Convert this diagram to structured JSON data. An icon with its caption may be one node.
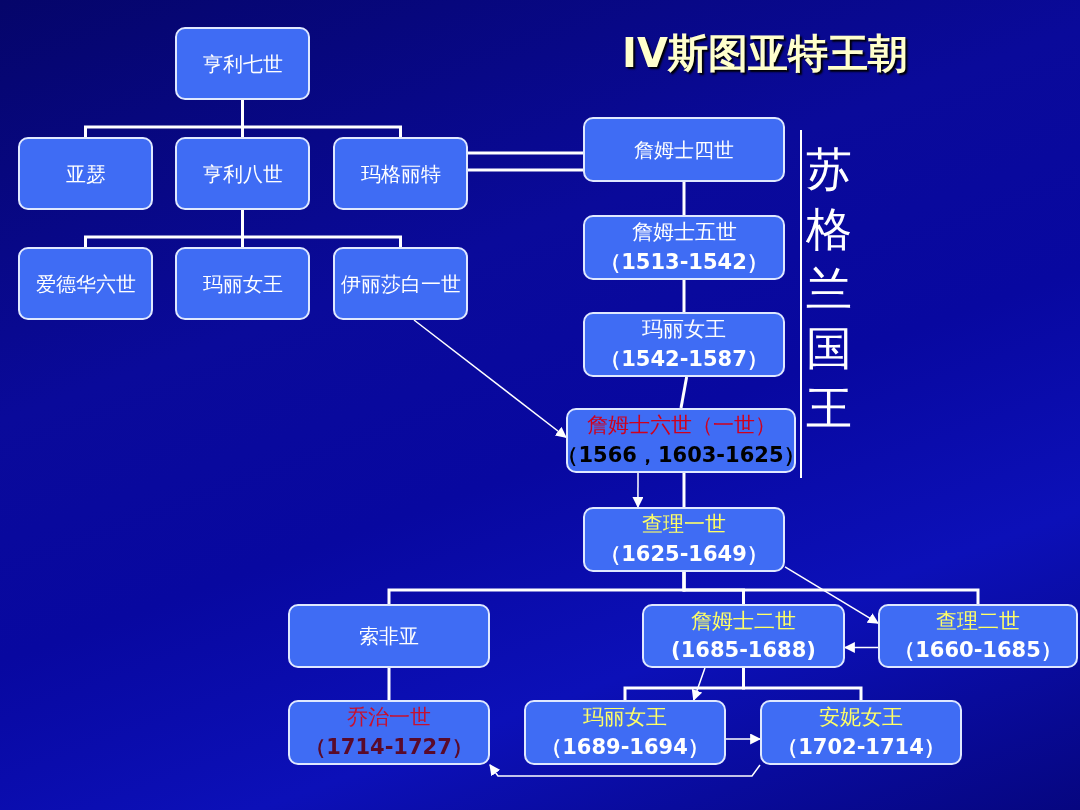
{
  "diagram": {
    "title": "IV斯图亚特王朝",
    "nodes": [
      {
        "text": [
          "亨利七世"
        ]
      },
      {
        "text": [
          "亚瑟"
        ]
      },
      {
        "text": [
          "亨利八世"
        ]
      },
      {
        "text": [
          "玛格丽特"
        ]
      },
      {
        "text": [
          "爱德华六世"
        ]
      },
      {
        "text": [
          "玛丽女王"
        ]
      },
      {
        "text": [
          "伊丽莎白一世"
        ]
      },
      {
        "text": [
          "詹姆士四世"
        ]
      },
      {
        "text": [
          "詹姆士五世",
          "（1513-1542）"
        ]
      },
      {
        "text": [
          "玛丽女王",
          "（1542-1587）"
        ]
      },
      {
        "text": [
          "詹姆士六世（一世）",
          "（1566，1603-1625）"
        ]
      },
      {
        "text": [
          "查理一世",
          "（1625-1649）"
        ]
      },
      {
        "text": [
          "索非亚"
        ]
      },
      {
        "text": [
          "詹姆士二世",
          "(1685-1688)"
        ]
      },
      {
        "text": [
          "查理二世",
          "（1660-1685）"
        ]
      },
      {
        "text": [
          "乔治一世",
          "（1714-1727）"
        ]
      },
      {
        "text": [
          "玛丽女王",
          "（1689-1694）"
        ]
      },
      {
        "text": [
          "安妮女王",
          "（1702-1714）"
        ]
      }
    ],
    "edges": [
      {
        "from": 0,
        "to": 1,
        "arrow": "none"
      },
      {
        "from": 0,
        "to": 2,
        "arrow": "none"
      },
      {
        "from": 0,
        "to": 3,
        "arrow": "none"
      },
      {
        "from": 2,
        "to": 4,
        "arrow": "none"
      },
      {
        "from": 2,
        "to": 5,
        "arrow": "none"
      },
      {
        "from": 2,
        "to": 6,
        "arrow": "none"
      },
      {
        "from": 3,
        "to": 7,
        "arrow": "none"
      },
      {
        "from": 7,
        "to": 8,
        "arrow": "none"
      },
      {
        "from": 8,
        "to": 9,
        "arrow": "none"
      },
      {
        "from": 9,
        "to": 10,
        "arrow": "none"
      },
      {
        "from": 10,
        "to": 11,
        "arrow": "none"
      },
      {
        "from": 6,
        "to": 10,
        "arrow": "to"
      },
      {
        "from": 10,
        "to": 11,
        "arrow": "to"
      },
      {
        "from": 11,
        "to": 12,
        "arrow": "none"
      },
      {
        "from": 11,
        "to": 13,
        "arrow": "none"
      },
      {
        "from": 11,
        "to": 14,
        "arrow": "none"
      },
      {
        "from": 12,
        "to": 15,
        "arrow": "none"
      },
      {
        "from": 13,
        "to": 16,
        "arrow": "none"
      },
      {
        "from": 13,
        "to": 17,
        "arrow": "none"
      },
      {
        "from": 11,
        "to": 14,
        "arrow": "to"
      },
      {
        "from": 14,
        "to": 13,
        "arrow": "to"
      },
      {
        "from": 13,
        "to": 16,
        "arrow": "to"
      },
      {
        "from": 16,
        "to": 17,
        "arrow": "to"
      },
      {
        "from": 17,
        "to": 15,
        "arrow": "to"
      }
    ],
    "labels": [
      "苏格兰国王"
    ]
  }
}
